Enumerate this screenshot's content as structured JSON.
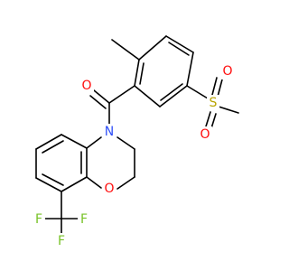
{
  "atoms": {
    "carbonyl_oxygen": "O",
    "ring_nitrogen": "N",
    "ring_oxygen": "O",
    "sulfur": "S",
    "sulfonyl_oxygen_top": "O",
    "sulfonyl_oxygen_bottom": "O",
    "fluorine_left": "F",
    "fluorine_bottom": "F",
    "fluorine_right": "F"
  },
  "colors": {
    "bond": "#000000",
    "oxygen": "#ff0d0d",
    "nitrogen": "#3050f8",
    "sulfur": "#b8a300",
    "fluorine": "#77c227"
  }
}
